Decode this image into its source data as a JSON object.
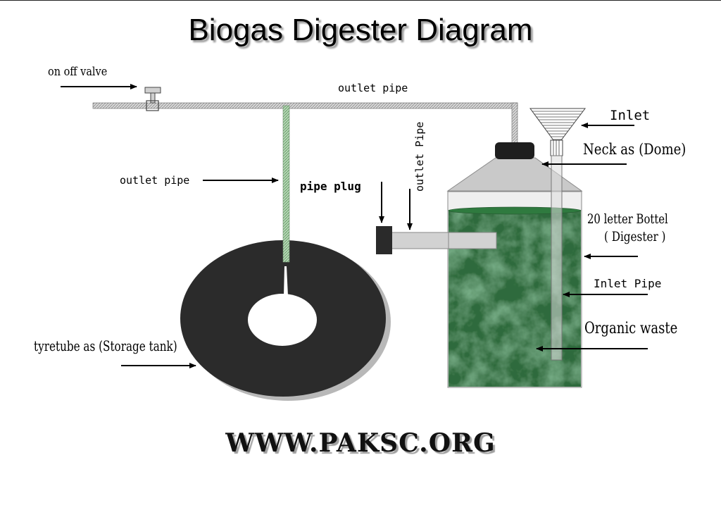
{
  "title": "Biogas Digester Diagram",
  "labels": {
    "valve": "on off valve",
    "outlet_pipe_top": "outlet pipe",
    "outlet_pipe_left": "outlet pipe",
    "pipe_plug": "pipe plug",
    "outlet_pipe_vertical": "outlet Pipe",
    "inlet": "Inlet",
    "neck": "Neck as (Dome)",
    "bottle_line1": "20 letter Bottel",
    "bottle_line2": "( Digester )",
    "inlet_pipe": "Inlet Pipe",
    "organic_waste": "Organic waste",
    "tyretube": "tyretube as (Storage tank)"
  },
  "footer": "WWW.PAKSC.ORG",
  "colors": {
    "pipe": "#cfcfcf",
    "green_pipe": "#a8d0a8",
    "tyre": "#2b2b2b",
    "waste": "#2e6b3c",
    "dome": "#c8c8c8",
    "cap": "#1e1e1e"
  }
}
